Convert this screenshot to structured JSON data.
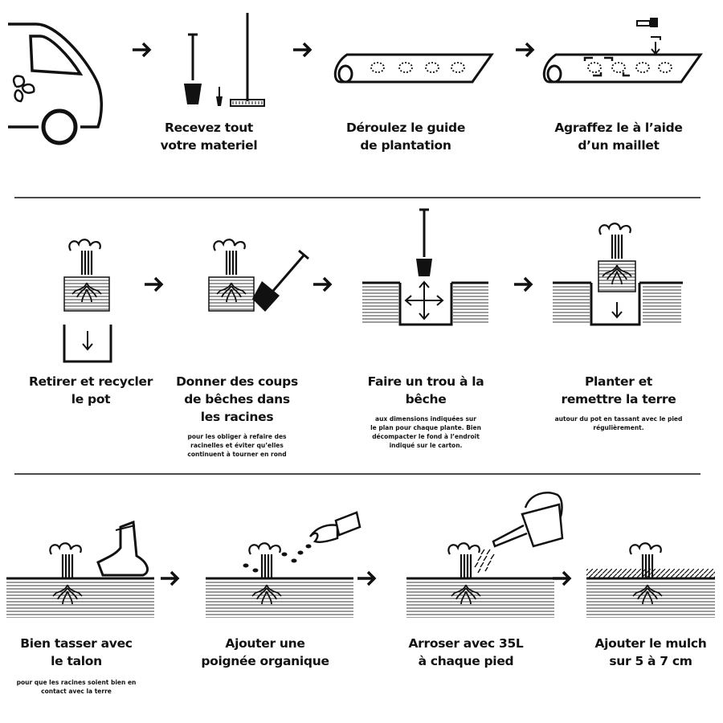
{
  "row1": [
    {
      "title": [
        "Recevez tout",
        "votre materiel"
      ]
    },
    {
      "title": [
        "Déroulez le guide",
        "de plantation"
      ]
    },
    {
      "title": [
        "Agraffez le à l’aide",
        "d’un maillet"
      ]
    }
  ],
  "row2": [
    {
      "title": [
        "Retirer et recycler",
        "le pot"
      ]
    },
    {
      "title": [
        "Donner des coups",
        "de bêches dans",
        "les racines"
      ],
      "sub": [
        "pour les obliger à refaire des",
        "racinelles et éviter qu’elles",
        "continuent à tourner en rond"
      ]
    },
    {
      "title": [
        "Faire un trou à la",
        "bêche"
      ],
      "sub": [
        "aux dimensions indiquées sur",
        "le plan pour chaque plante. Bien",
        "décompacter le fond à l’endroit",
        "indiqué sur le carton."
      ]
    },
    {
      "title": [
        "Planter et",
        "remettre la terre"
      ],
      "sub": [
        "autour du pot en tassant avec le pied",
        "régulièrement."
      ]
    }
  ],
  "row3": [
    {
      "title": [
        "Bien tasser avec",
        "le talon"
      ],
      "sub": [
        "pour que les racines soient bien en",
        "contact avec la terre"
      ]
    },
    {
      "title": [
        "Ajouter une",
        "poignée organique"
      ]
    },
    {
      "title": [
        "Arroser avec 35L",
        "à chaque pied"
      ]
    },
    {
      "title": [
        "Ajouter le mulch",
        "sur 5 à 7 cm"
      ]
    }
  ]
}
